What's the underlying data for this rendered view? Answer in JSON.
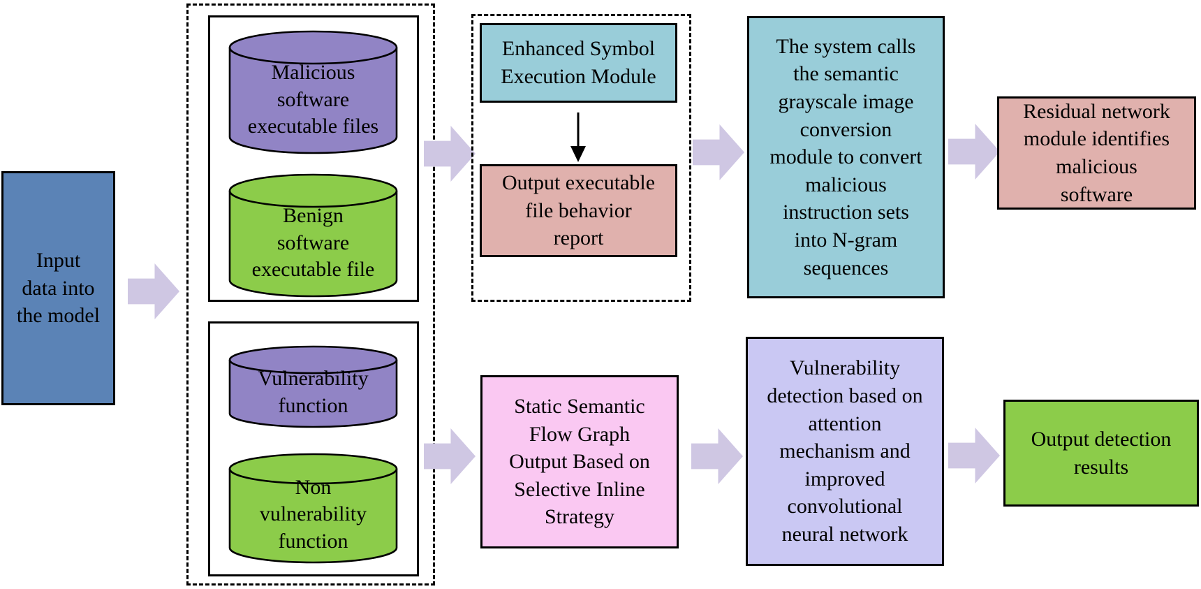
{
  "colors": {
    "input_blue": "#5b83b6",
    "db_purple": "#9184c5",
    "sample_green": "#8ccc4a",
    "arrow_lavender": "#cfc7e3",
    "teal": "#99cdd9",
    "rose": "#e0b1ad",
    "pink": "#fac8f2",
    "periwinkle": "#cac8f3",
    "border": "#000000"
  },
  "input_box": {
    "label": "Input\ndata into\nthe model"
  },
  "datasets": {
    "executables": {
      "malicious": "Malicious\nsoftware\nexecutable files",
      "benign": "Benign\nsoftware\nexecutable file"
    },
    "functions": {
      "vulnerability": "Vulnerability\nfunction",
      "non_vulnerability": "Non\nvulnerability\nfunction"
    }
  },
  "malware_path": {
    "symbol_execution": "Enhanced Symbol\nExecution Module",
    "behavior_report": "Output executable\nfile behavior\nreport",
    "grayscale_ngram": "The system calls\nthe semantic\ngrayscale image\nconversion\nmodule to convert\nmalicious\ninstruction sets\ninto N-gram\nsequences",
    "residual_network": "Residual network\nmodule identifies\nmalicious\nsoftware"
  },
  "vulnerability_path": {
    "flow_graph": "Static Semantic\nFlow Graph\nOutput Based on\nSelective Inline\nStrategy",
    "attention_cnn": "Vulnerability\ndetection based on\nattention\nmechanism and\nimproved\nconvolutional\nneural network",
    "output_results": "Output detection\nresults"
  }
}
